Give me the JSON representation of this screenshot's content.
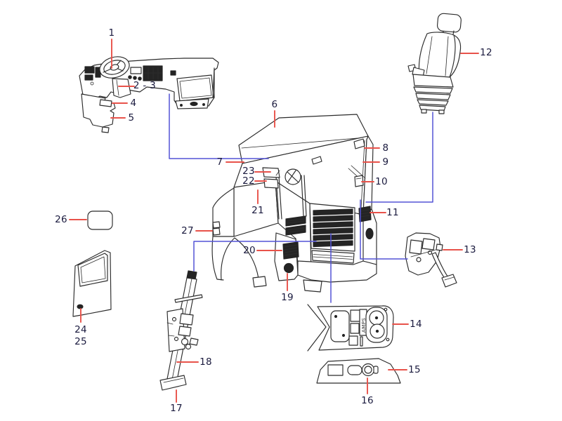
{
  "diagram": {
    "type": "parts-diagram",
    "subject": "truck cab and interior exploded parts diagram",
    "colors": {
      "background": "#ffffff",
      "leader_line": "#e8524a",
      "connector_line": "#5353d6",
      "label_text": "#1a1a3e",
      "line_art": "#2b2b2b"
    },
    "console_label": "AMPS",
    "callouts": [
      {
        "label": "1",
        "part": "steering-wheel"
      },
      {
        "label": "2 - 3",
        "part": "steering-column-shroud"
      },
      {
        "label": "4",
        "part": "lower-dash-panel"
      },
      {
        "label": "5",
        "part": "knee-bolster"
      },
      {
        "label": "6",
        "part": "cab-roof"
      },
      {
        "label": "7",
        "part": "cab-front-pillar"
      },
      {
        "label": "8",
        "part": "roof-clip"
      },
      {
        "label": "9",
        "part": "right-side-panel"
      },
      {
        "label": "10",
        "part": "side-badge"
      },
      {
        "label": "11",
        "part": "side-vent"
      },
      {
        "label": "12",
        "part": "driver-seat"
      },
      {
        "label": "13",
        "part": "pedal-assembly"
      },
      {
        "label": "14",
        "part": "center-console-panel"
      },
      {
        "label": "15",
        "part": "door-trim-panel"
      },
      {
        "label": "16",
        "part": "window-switch"
      },
      {
        "label": "17",
        "part": "column-base-plate"
      },
      {
        "label": "18",
        "part": "steering-column"
      },
      {
        "label": "19",
        "part": "fog-lamp-opening"
      },
      {
        "label": "20",
        "part": "bumper-vent"
      },
      {
        "label": "21",
        "part": "cowl-panel"
      },
      {
        "label": "22",
        "part": "bracket-lower"
      },
      {
        "label": "23",
        "part": "bracket-upper"
      },
      {
        "label": "24",
        "part": "door-lock-knob"
      },
      {
        "label": "25",
        "part": "door-lock-knob-base"
      },
      {
        "label": "26",
        "part": "mirror-glass"
      },
      {
        "label": "27",
        "part": "cab-latch"
      }
    ]
  }
}
